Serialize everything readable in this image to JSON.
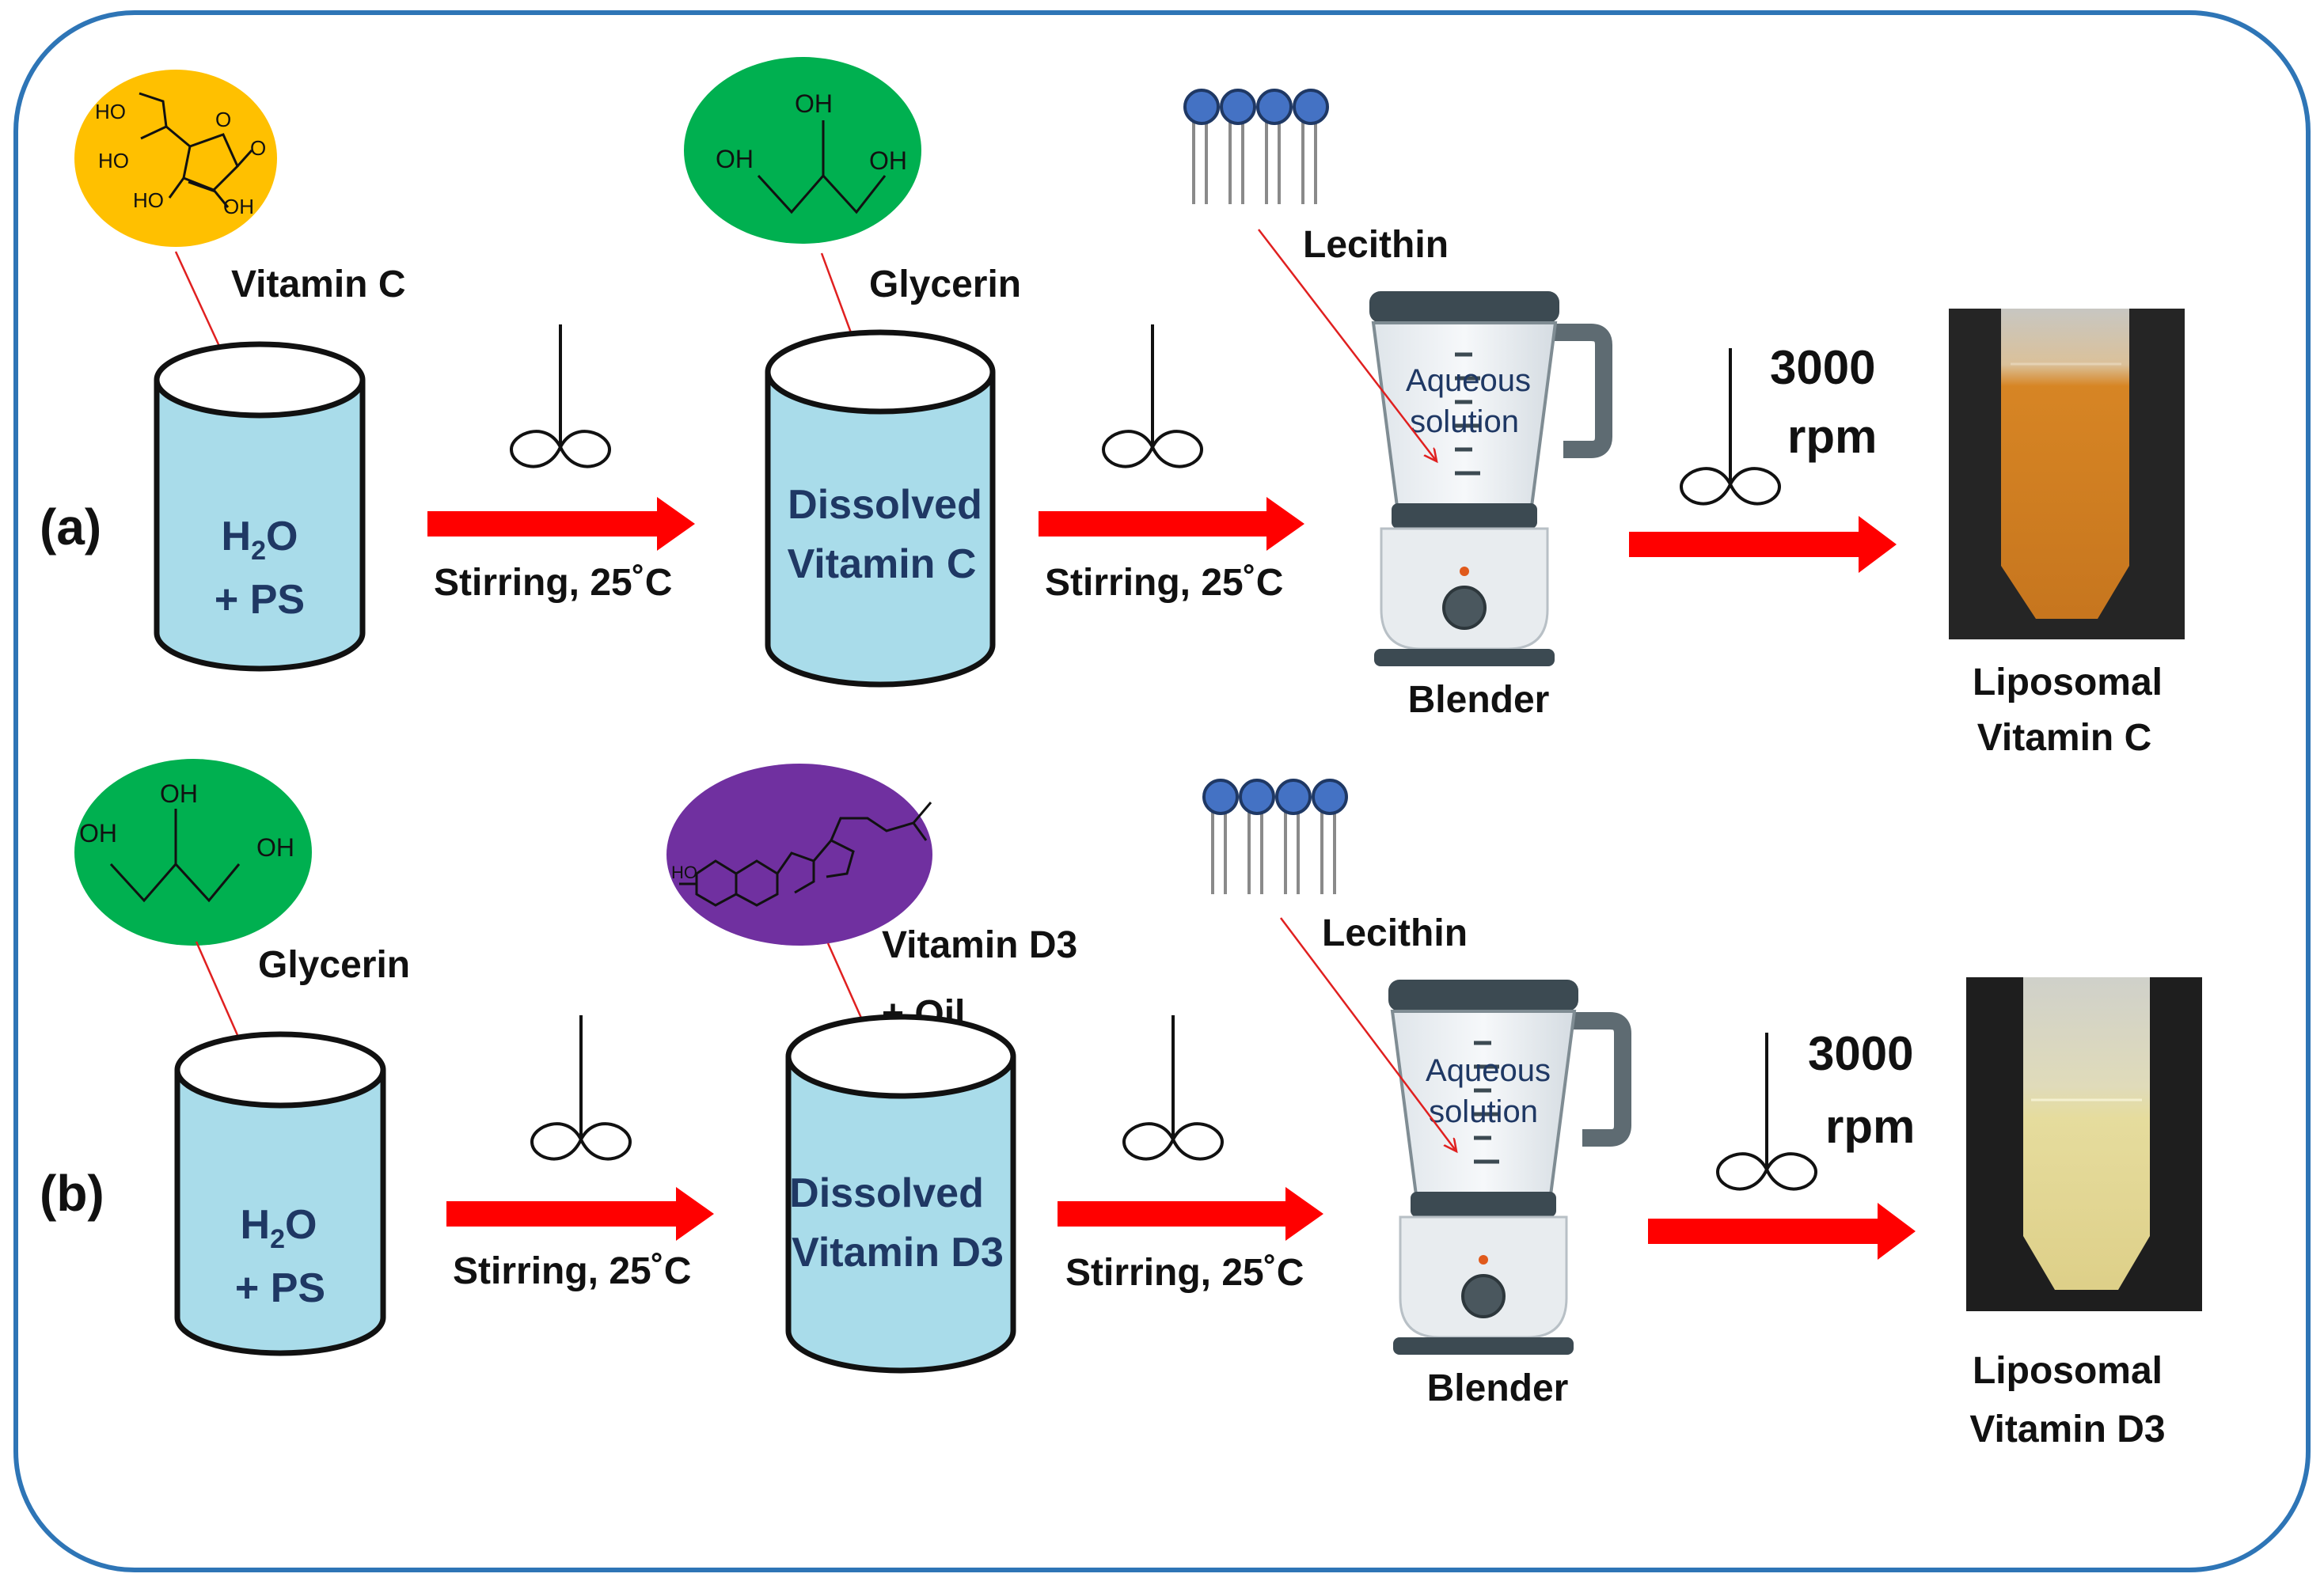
{
  "colors": {
    "frame": "#2e75b6",
    "arrow": "#ff0000",
    "cylinder_fill": "#a9dcea",
    "vitamin_c_bubble": "#ffc000",
    "glycerin_bubble": "#00b050",
    "vitamin_d3_bubble": "#7030a0",
    "lecithin_head": "#4472c4"
  },
  "icons": [
    "stirrer-icon",
    "blender-icon",
    "lecithin-icon",
    "test-tube-photo",
    "molecule-icon"
  ],
  "row_a": {
    "label": "(a)",
    "bubble1": {
      "name": "Vitamin C",
      "atoms": [
        "HO",
        "HO",
        "HO",
        "OH",
        "O",
        "O"
      ]
    },
    "cylinder1": {
      "line1": "H",
      "sub": "2",
      "line1_end": "O",
      "line2": "+ PS"
    },
    "arrow1": "Stirring, 25˚C",
    "bubble2": {
      "name": "Glycerin",
      "atoms": [
        "OH",
        "OH",
        "OH"
      ]
    },
    "cylinder2": {
      "line1": "Dissolved",
      "line2": "Vitamin C"
    },
    "arrow2": "Stirring, 25˚C",
    "lecithin": "Lecithin",
    "aqueous1": "Aqueous",
    "aqueous2": "solution",
    "blender": "Blender",
    "speed1": "3000",
    "speed2": "rpm",
    "product1": "Liposomal",
    "product2": "Vitamin C"
  },
  "row_b": {
    "label": "(b)",
    "bubble1": {
      "name": "Glycerin",
      "atoms": [
        "OH",
        "OH",
        "OH"
      ]
    },
    "cylinder1": {
      "line1": "H",
      "sub": "2",
      "line1_end": "O",
      "line2": "+ PS"
    },
    "arrow1": "Stirring, 25˚C",
    "bubble2": {
      "name1": "Vitamin  D3",
      "name2": "+ Oil",
      "atoms": [
        "HO"
      ]
    },
    "cylinder2": {
      "line1": "Dissolved",
      "line2": "Vitamin D3"
    },
    "arrow2": "Stirring, 25˚C",
    "lecithin": "Lecithin",
    "aqueous1": "Aqueous",
    "aqueous2": "solution",
    "blender": "Blender",
    "speed1": "3000",
    "speed2": "rpm",
    "product1": "Liposomal",
    "product2": "Vitamin D3"
  }
}
